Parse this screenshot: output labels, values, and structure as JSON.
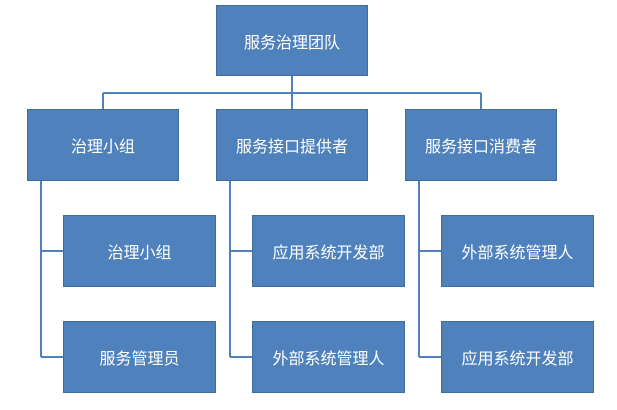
{
  "colors": {
    "node_fill": "#4f81bd",
    "node_border": "#3f6d9e",
    "node_text": "#ffffff",
    "connector": "#4f81bd"
  },
  "root": {
    "label": "服务治理团队"
  },
  "branches": [
    {
      "label": "治理小组",
      "children": [
        {
          "label": "治理小组"
        },
        {
          "label": "服务管理员"
        }
      ]
    },
    {
      "label": "服务接口提供者",
      "children": [
        {
          "label": "应用系统开发部"
        },
        {
          "label": "外部系统管理人"
        }
      ]
    },
    {
      "label": "服务接口消费者",
      "children": [
        {
          "label": "外部系统管理人"
        },
        {
          "label": "应用系统开发部"
        }
      ]
    }
  ]
}
